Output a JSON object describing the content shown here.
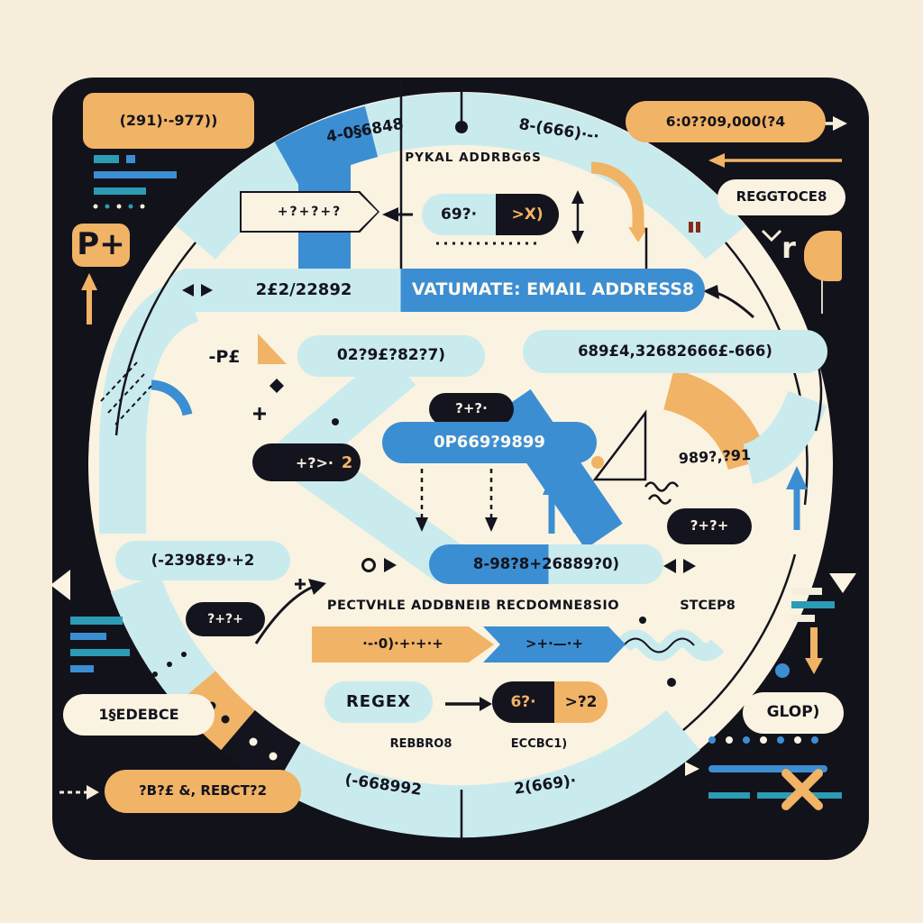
{
  "colors": {
    "background": "#f6eeda",
    "panel": "#12121b",
    "circle": "#faf3e1",
    "cyan": "#c9ebee",
    "blue": "#3c8ed3",
    "orange": "#f1b365",
    "teal": "#2c9bb5",
    "ink": "#14141e"
  },
  "top_left": {
    "code": "(291)·-977))"
  },
  "ring": {
    "top_left_label": "4-0§6848",
    "top_right_label": "8-(666)·-·",
    "bottom_left_label": "(-668992",
    "bottom_right_label": "2(669)·"
  },
  "top": {
    "subtitle": "PYKAL ADDRBG6S",
    "x_pill_left": "69?·",
    "x_pill_right": ">X)",
    "banner_zigzag": "+?+?+?",
    "right_code": "6:0??09,000(?4",
    "register_pill": "REGGTOCE8",
    "p_plus": "P+",
    "r_glyph": "r"
  },
  "bar": {
    "left_value": "2£2/22892",
    "title": "VATUMATE: EMAIL ADDRESS8"
  },
  "mid": {
    "pl_label": "-P£",
    "pill_027": "02?9£?82?7)",
    "pill_689": "689£4,32682666£-666)",
    "dark_pill_top": "?+?·",
    "blue_pill": "0P669?9899",
    "dark_pill_left_text": "+?>·",
    "dark_pill_left_accent": "2",
    "number_right": "989?,?91",
    "dark_pill_right": "?+?+",
    "pill_left": "(-2398£9·+2",
    "pill_center": "8-98?8+26889?0)",
    "caption": "PECTVHLE ADDBNEIB RECDOMNE8SIO",
    "steps_label": "STCEP8"
  },
  "ribbons": {
    "orange_text": "·-·0)·+·+·+",
    "blue_text": ">+·—·+",
    "dark_pill": "?+?+"
  },
  "bottom": {
    "regex_label": "REGEX",
    "pill69_left": "6?·",
    "pill69_right": ">?2",
    "rebbro": "REBBRO8",
    "eccbc": "ECCBC1)",
    "sedebce": "1§EDEBCE",
    "rebct": "?B?£ &, REBCT?2",
    "glop": "GLOP)"
  }
}
